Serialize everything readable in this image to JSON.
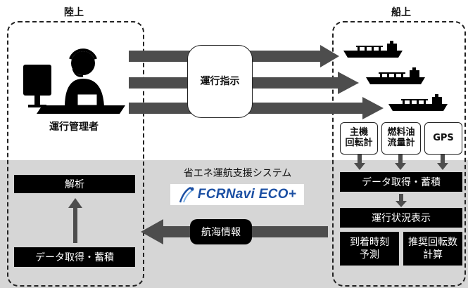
{
  "land": {
    "title": "陸上",
    "operator_label": "運行管理者"
  },
  "ship": {
    "title": "船上"
  },
  "instruction_label": "運行指示",
  "sensors": [
    {
      "label": "主機\n回転計"
    },
    {
      "label": "燃料油\n流量計"
    },
    {
      "label": "GPS"
    }
  ],
  "system": {
    "title": "省エネ運航支援システム",
    "logo_text": "FCRNavi ECO+"
  },
  "ship_side": {
    "data_acq": "データ取得・蓄積",
    "status_display": "運行状況表示",
    "arrival": "到着時刻\n予測",
    "rpm": "推奨回転数\n計算"
  },
  "nav_info_label": "航海情報",
  "land_side": {
    "analysis": "解析",
    "data_acq": "データ取得・蓄積"
  },
  "colors": {
    "arrow": "#4d4d4d",
    "band": "#d6d6d6",
    "logo_blue": "#1b4fa3",
    "box_black": "#000000"
  }
}
